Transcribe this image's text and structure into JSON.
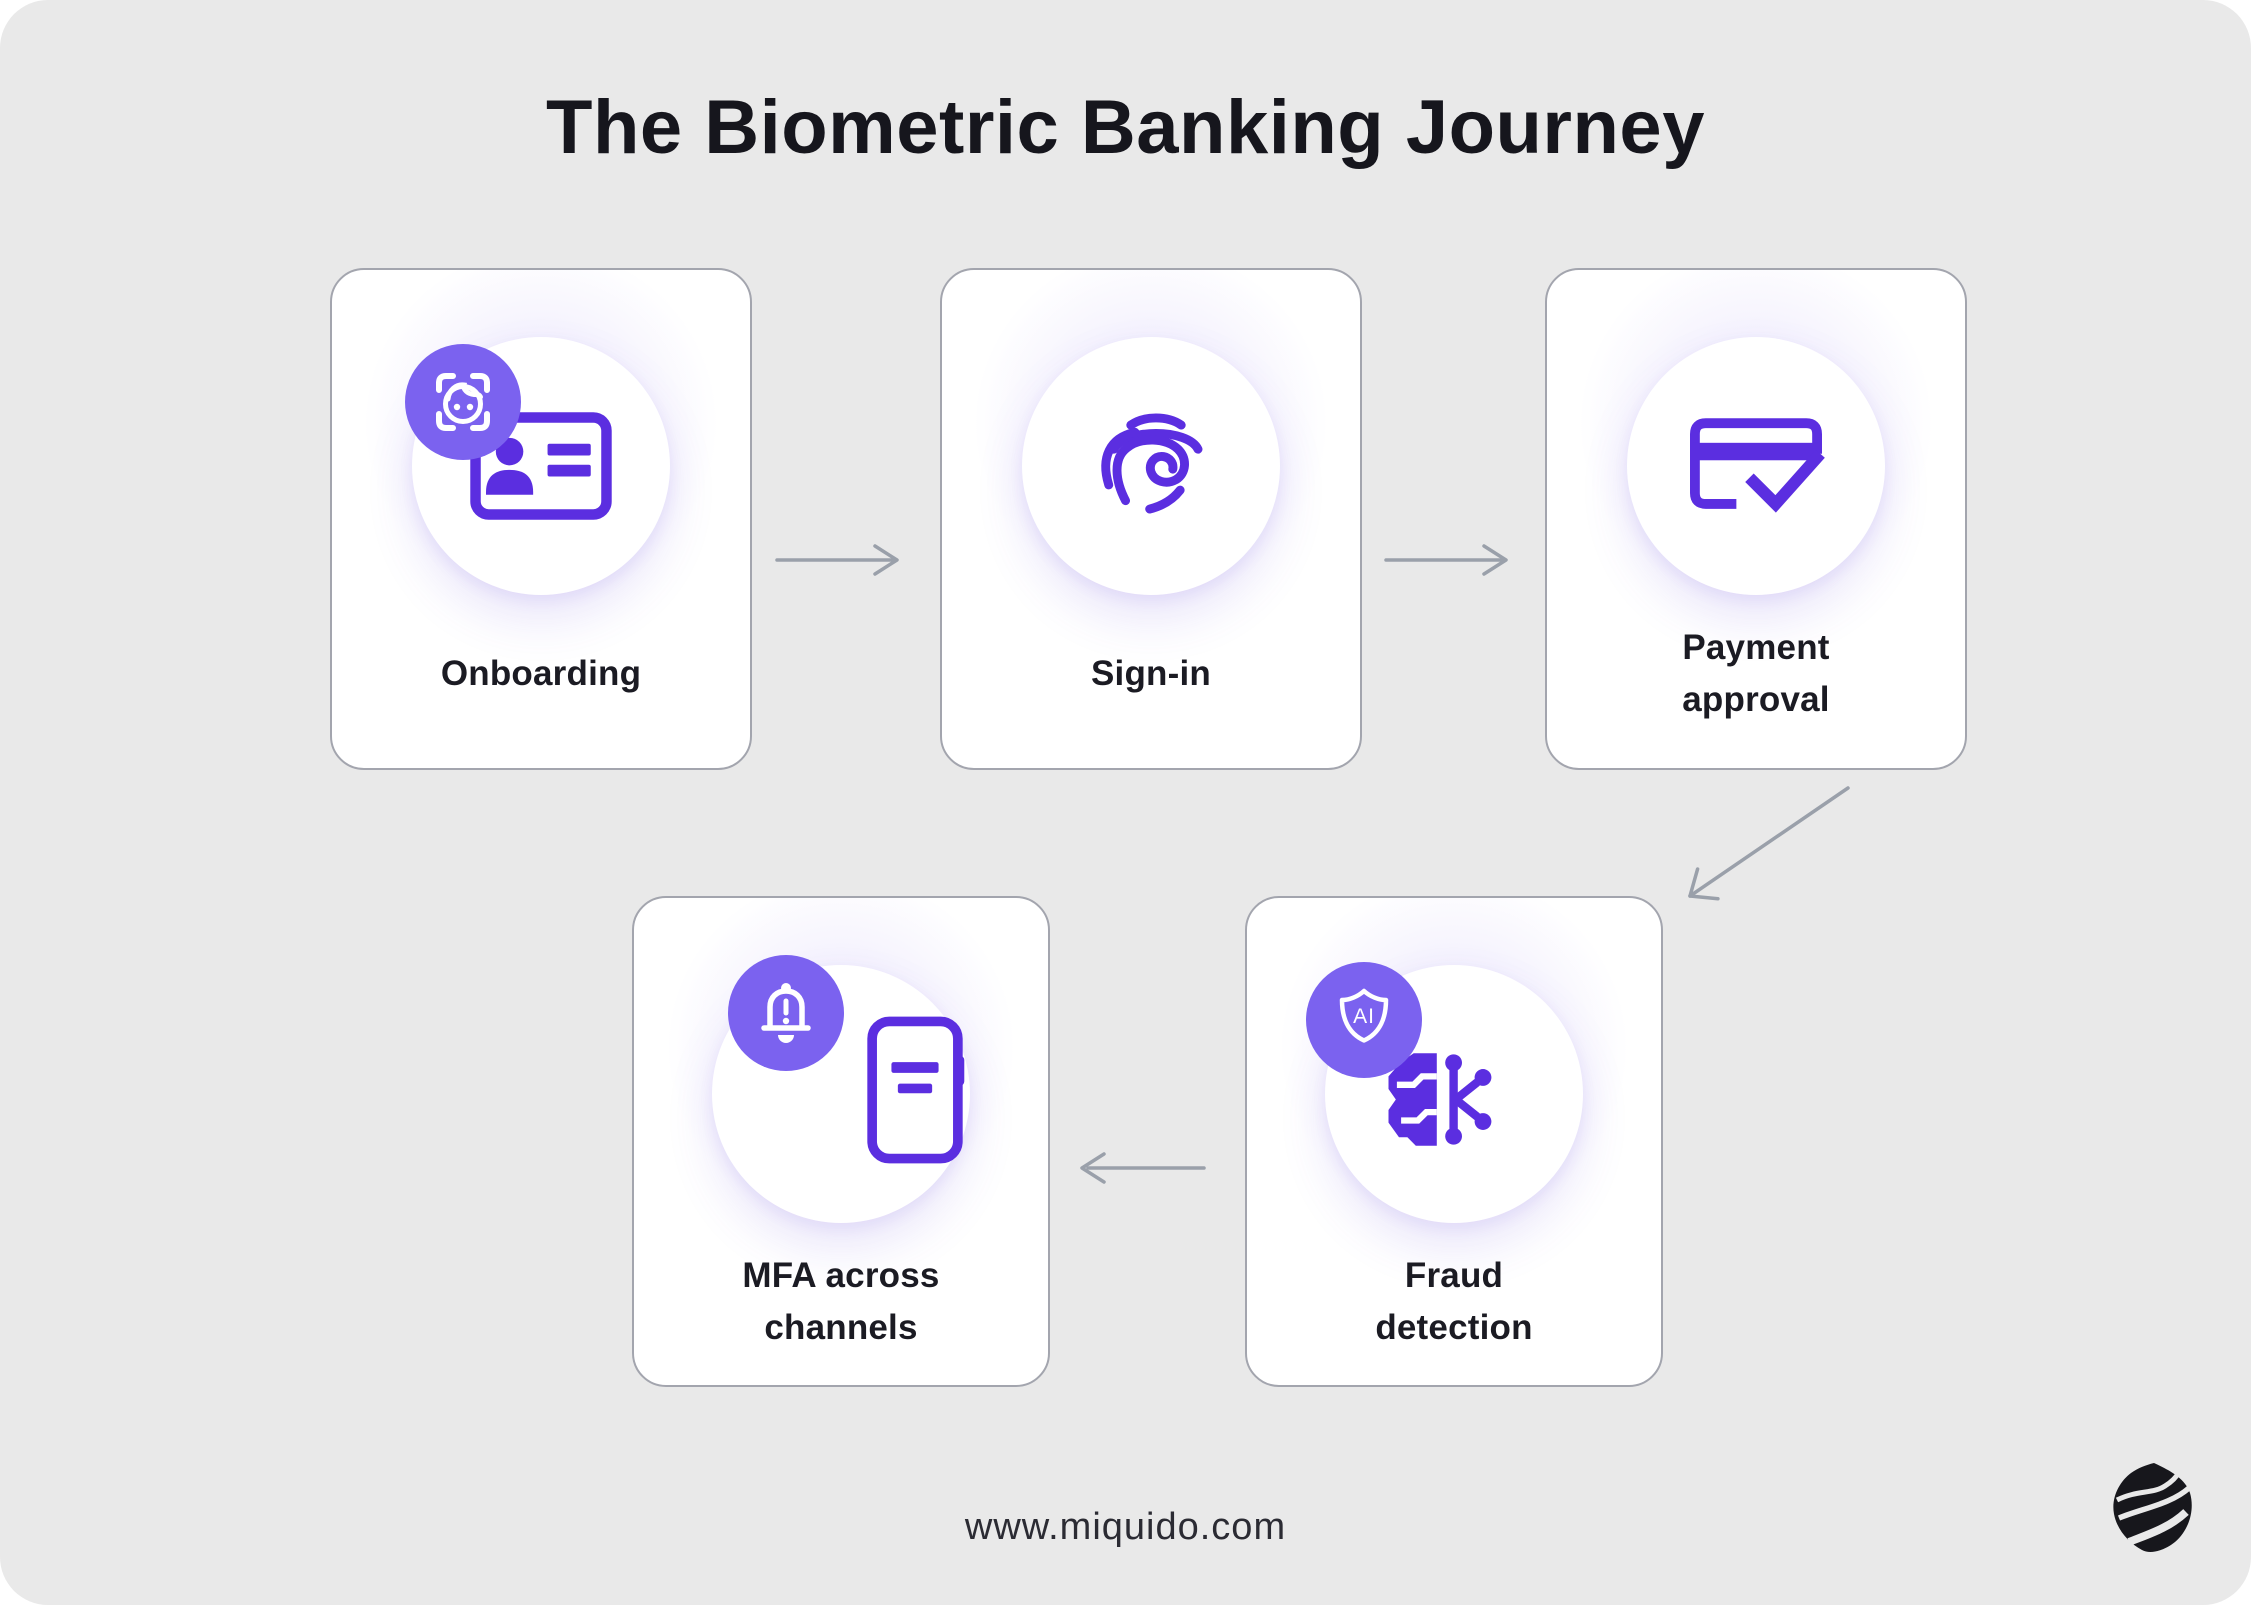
{
  "title": "The Biometric Banking Journey",
  "steps": [
    {
      "label": "Onboarding",
      "line1": "Onboarding",
      "line2": "",
      "icon": "id-card-icon",
      "badge_icon": "face-scan-badge-icon"
    },
    {
      "label": "Sign-in",
      "line1": "Sign-in",
      "line2": "",
      "icon": "fingerprint-icon"
    },
    {
      "label": "Payment approval",
      "line1": "Payment",
      "line2": "approval",
      "icon": "credit-card-check-icon"
    },
    {
      "label": "Fraud detection",
      "line1": "Fraud",
      "line2": "detection",
      "icon": "ai-brain-circuit-icon",
      "badge_icon": "ai-shield-badge-icon",
      "badge_text": "AI"
    },
    {
      "label": "MFA across channels",
      "line1": "MFA across",
      "line2": "channels",
      "icon": "phone-notification-icon",
      "badge_icon": "alert-bell-badge-icon"
    }
  ],
  "arrows": [
    {
      "name": "arrow-onboarding-to-signin",
      "direction": "right"
    },
    {
      "name": "arrow-signin-to-payment",
      "direction": "right"
    },
    {
      "name": "arrow-payment-to-fraud",
      "direction": "down-left"
    },
    {
      "name": "arrow-fraud-to-mfa",
      "direction": "left"
    }
  ],
  "footer": {
    "url": "www.miquido.com",
    "logo": "miquido-logo"
  },
  "colors": {
    "background": "#e9e9e9",
    "card_background": "#ffffff",
    "card_border": "#a3a5ae",
    "icon_purple": "#5b2ee0",
    "badge_purple": "#7b62ef",
    "text_dark": "#1b1b23",
    "arrow_gray": "#9aa0aa"
  }
}
